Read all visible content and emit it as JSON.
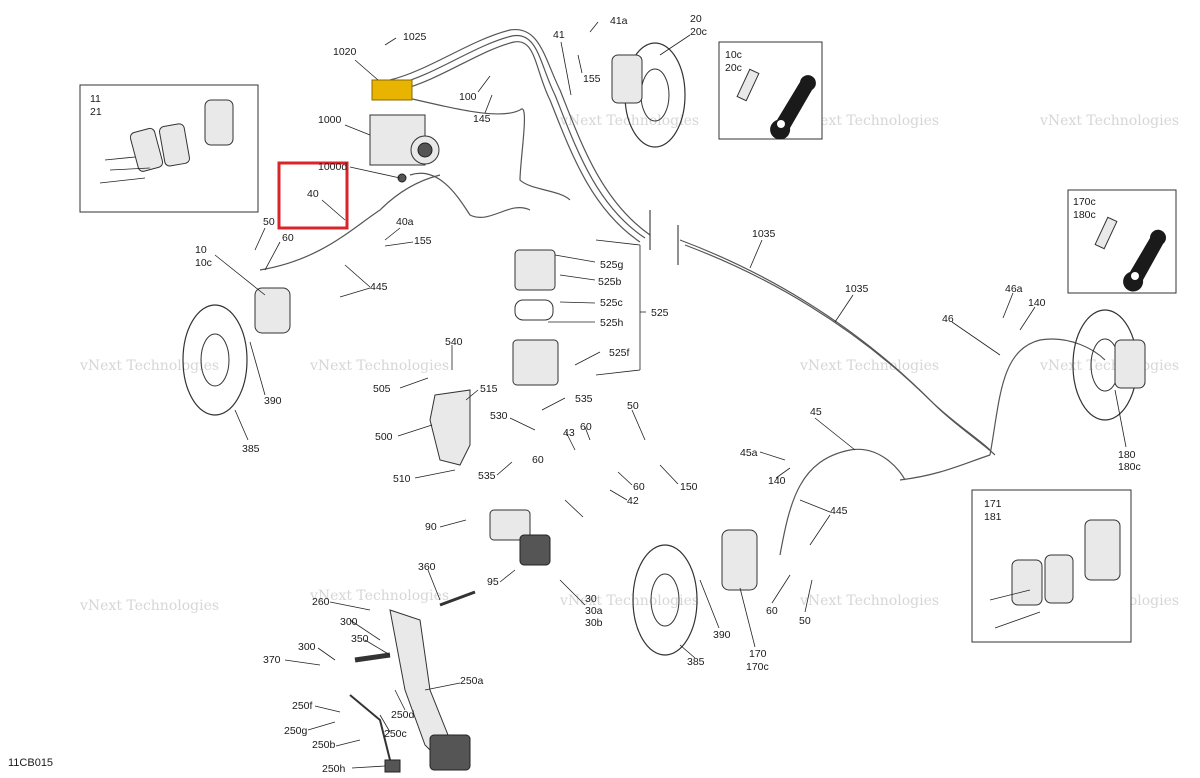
{
  "diagram": {
    "code": "11CB015",
    "watermark": "vNext Technologies",
    "highlight_color": "#d9252a",
    "accent_part_color": "#e8b400",
    "labels": [
      "1025",
      "1020",
      "1000",
      "1000d",
      "40",
      "41",
      "41a",
      "155",
      "100",
      "145",
      "20",
      "20c",
      "10c",
      "20c",
      "11",
      "21",
      "50",
      "60",
      "10",
      "10c",
      "40a",
      "155",
      "445",
      "390",
      "385",
      "1035",
      "1035",
      "525g",
      "525b",
      "525c",
      "525h",
      "525",
      "525f",
      "540",
      "505",
      "515",
      "500",
      "510",
      "530",
      "535",
      "535",
      "60",
      "43",
      "50",
      "60",
      "150",
      "42",
      "60",
      "90",
      "95",
      "30",
      "30a",
      "30b",
      "360",
      "260",
      "300",
      "370",
      "300",
      "350",
      "250a",
      "250f",
      "250d",
      "250g",
      "250c",
      "250b",
      "250h",
      "45",
      "45a",
      "140",
      "445",
      "60",
      "50",
      "170",
      "170c",
      "390",
      "385",
      "46",
      "46a",
      "140",
      "180",
      "180c",
      "170c",
      "180c",
      "171",
      "181"
    ]
  }
}
